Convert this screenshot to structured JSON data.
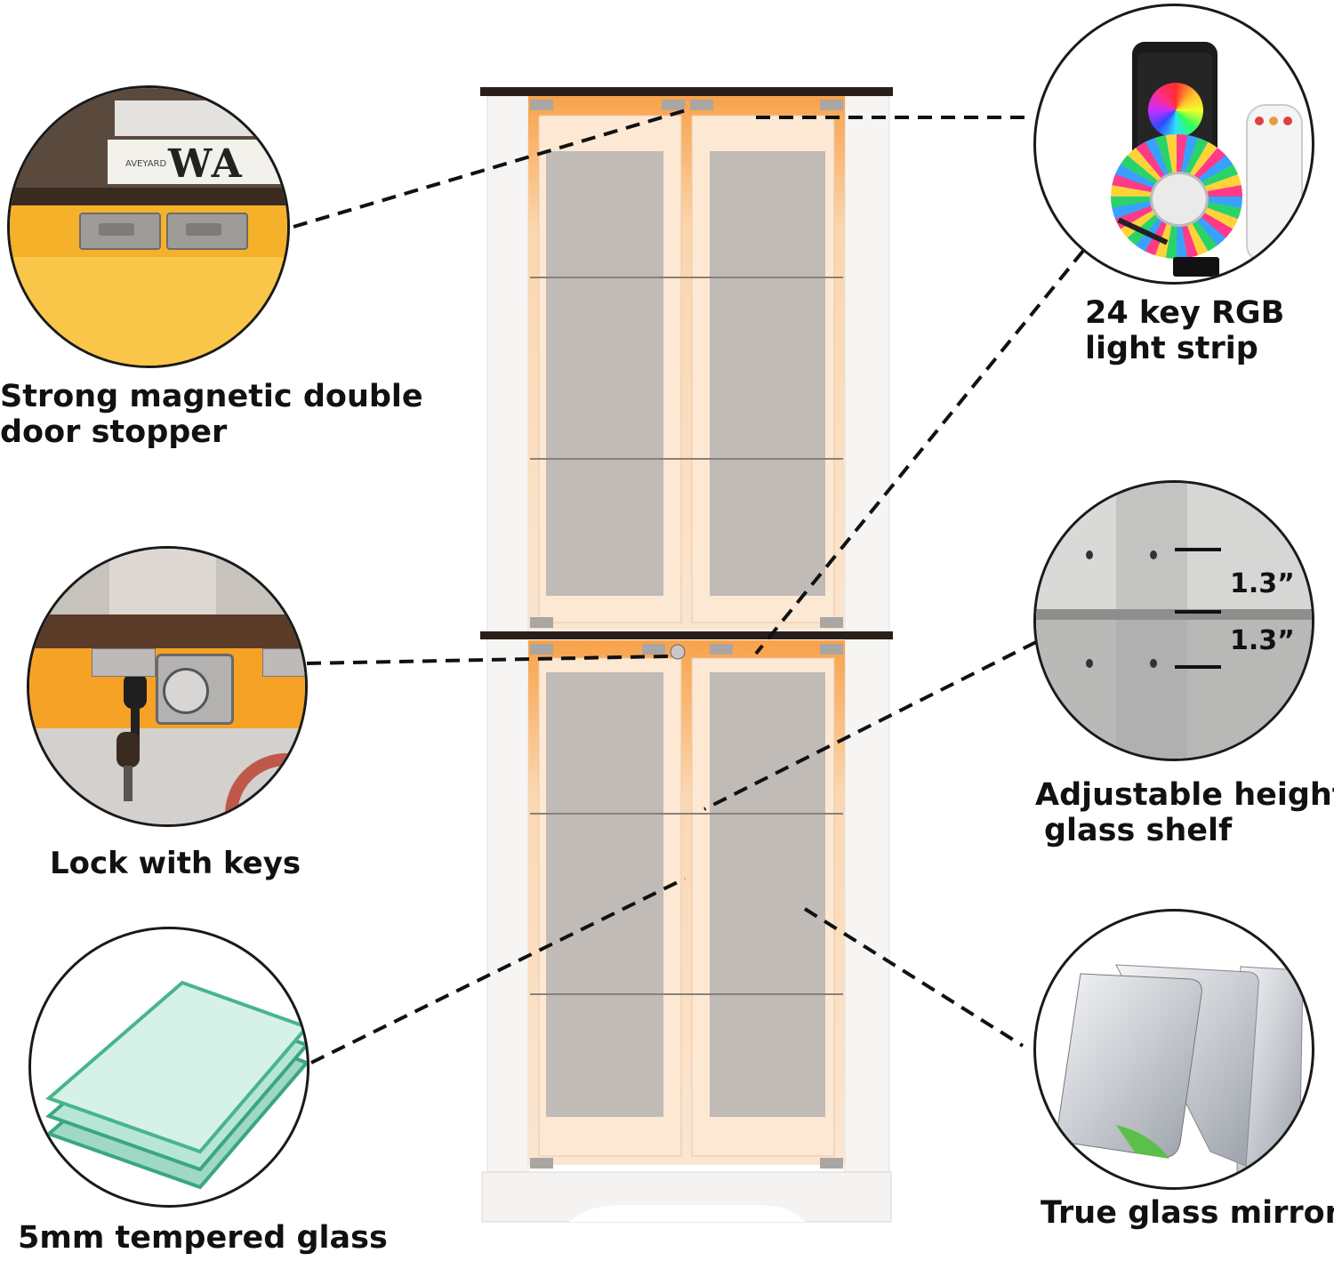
{
  "features": {
    "door_stopper": {
      "line1": "Strong magnetic double",
      "line2": "door stopper",
      "book_text": "WA",
      "book_small_text": "AVEYARD"
    },
    "lock": {
      "label": "Lock with keys"
    },
    "glass": {
      "label": "5mm tempered glass"
    },
    "rgb": {
      "line1": "24 key RGB",
      "line2": "light strip"
    },
    "shelf": {
      "line1": "Adjustable height",
      "line2": "glass shelf",
      "spacing_top": "1.3”",
      "spacing_bottom": "1.3”"
    },
    "mirror": {
      "label": "True glass mirror"
    }
  },
  "colors": {
    "accent_orange": "#f7a94a",
    "cabinet_white": "#f6f4f2",
    "dark_frame": "#2a1e18",
    "glass_green": "#9fd8c4"
  }
}
